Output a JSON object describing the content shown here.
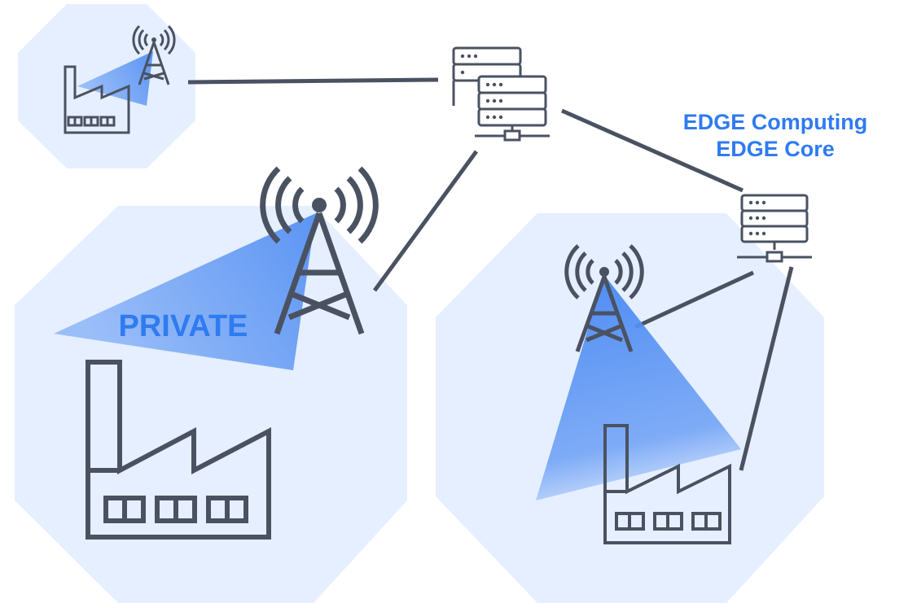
{
  "labels": {
    "private": "PRIVATE",
    "edge_line1": "EDGE Computing",
    "edge_line2": "EDGE Core"
  },
  "colors": {
    "zone_fill": "#e6efff",
    "icon_stroke": "#4a5262",
    "beam": "#5c95f3",
    "accent_text": "#2f7bf0"
  }
}
